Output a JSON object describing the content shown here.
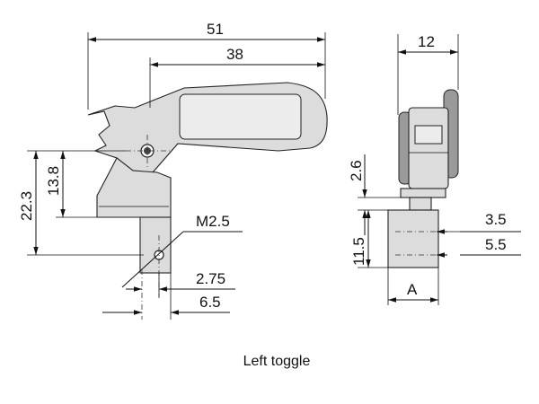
{
  "caption": "Left toggle",
  "dimensions": {
    "overall_length": "51",
    "pivot_to_end": "38",
    "height_total": "22.3",
    "height_pivot": "13.8",
    "thread": "M2.5",
    "offset_small": "2.75",
    "offset_large": "6.5",
    "width_top": "12",
    "gap_small": "2.6",
    "block_height": "11.5",
    "hole_upper": "3.5",
    "hole_lower": "5.5",
    "width_a": "A"
  }
}
